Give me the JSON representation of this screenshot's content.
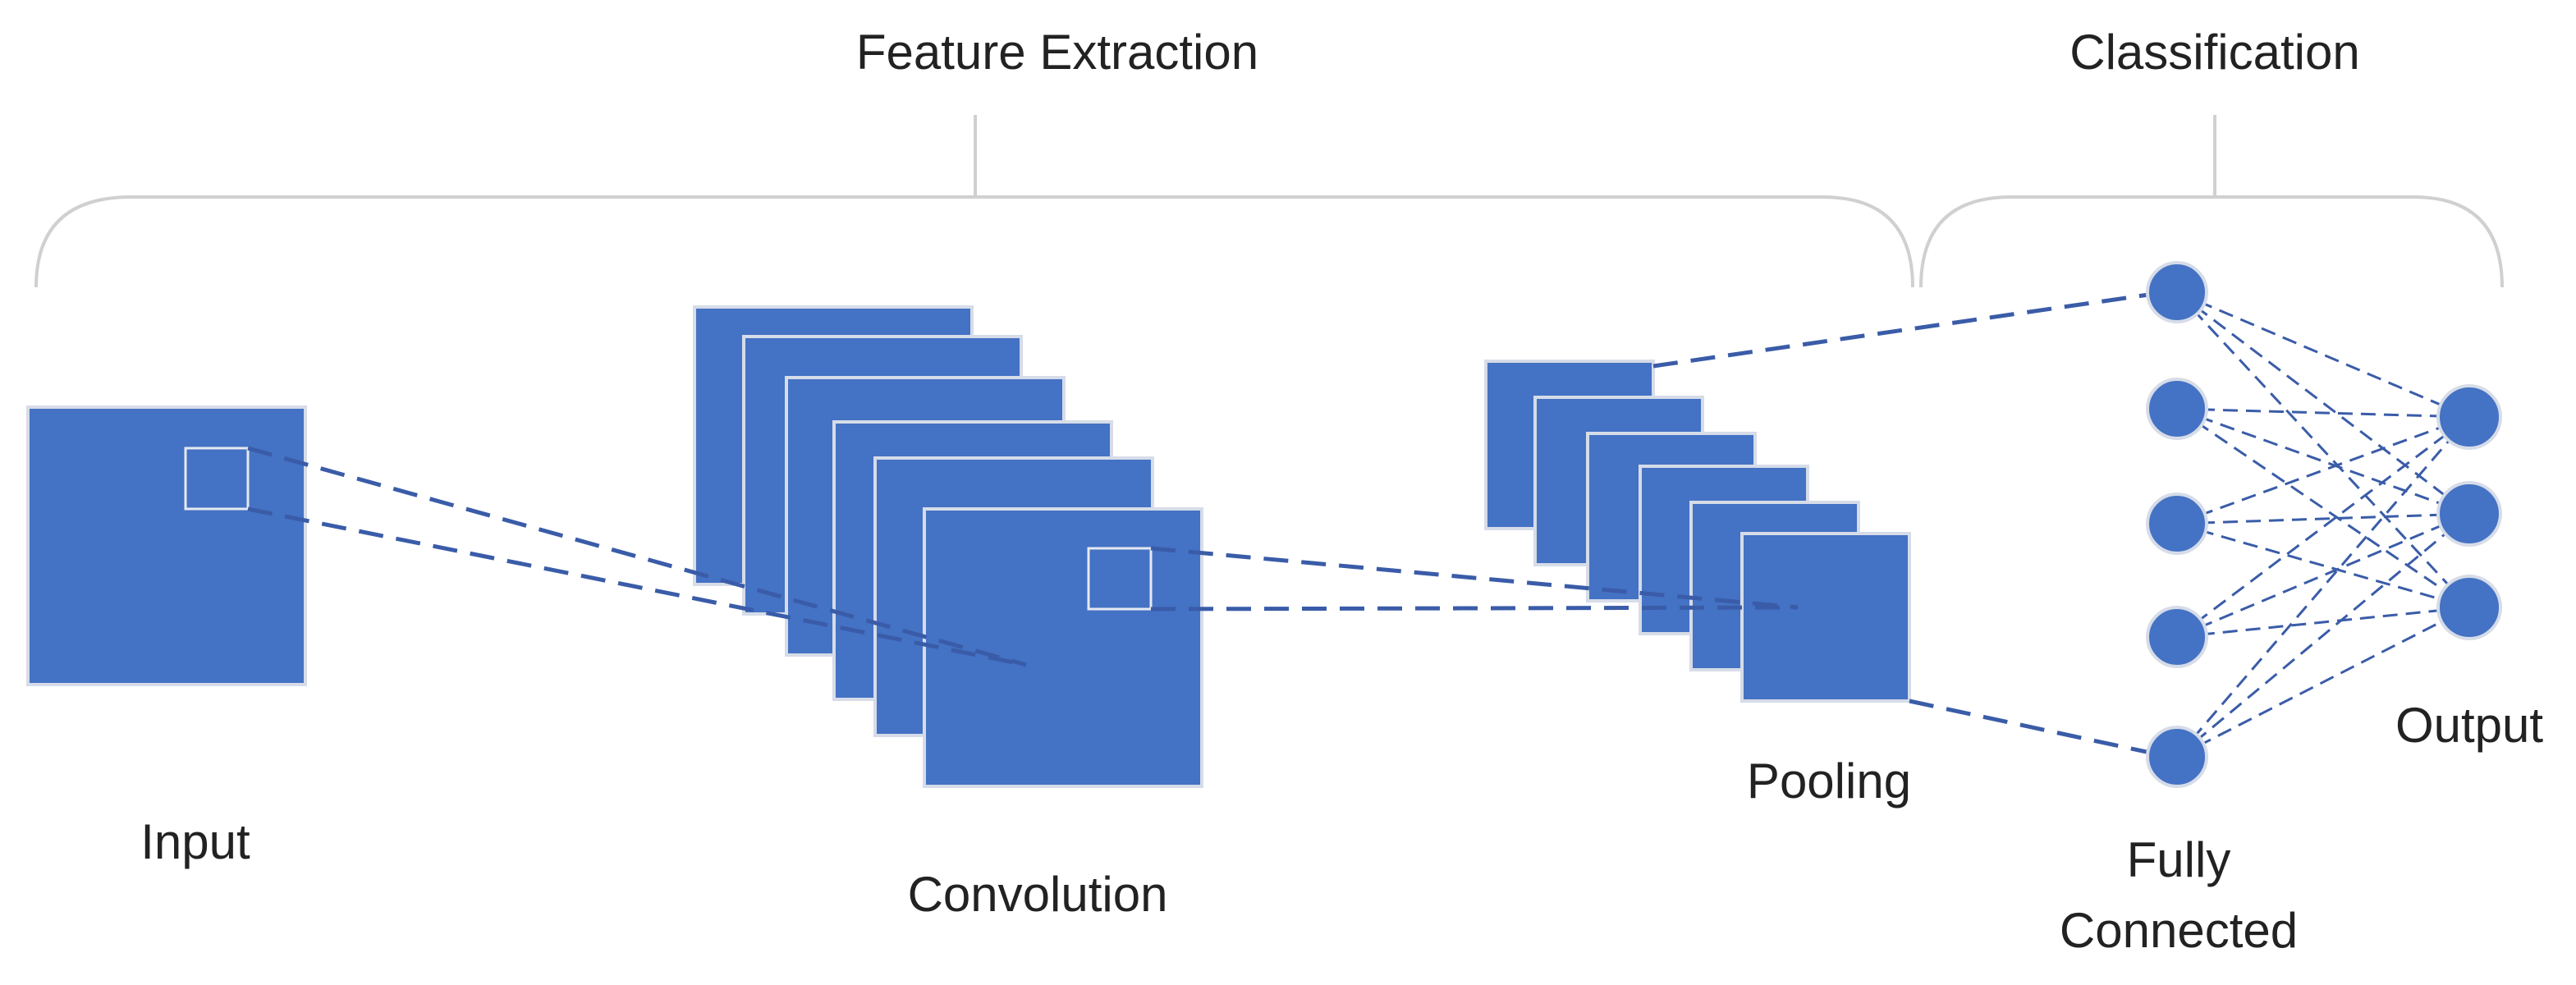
{
  "diagram": {
    "sections": {
      "feature_extraction": "Feature Extraction",
      "classification": "Classification"
    },
    "stages": {
      "input": "Input",
      "convolution": "Convolution",
      "pooling": "Pooling",
      "fully_connected_line1": "Fully",
      "fully_connected_line2": "Connected",
      "output": "Output"
    },
    "colors": {
      "fill": "#4472c4",
      "connector": "#3a5ca8",
      "bracket": "#d0d0d0"
    },
    "network": {
      "fully_connected_neurons": 5,
      "output_neurons": 3,
      "convolution_maps": 6,
      "pooling_maps": 6
    }
  }
}
